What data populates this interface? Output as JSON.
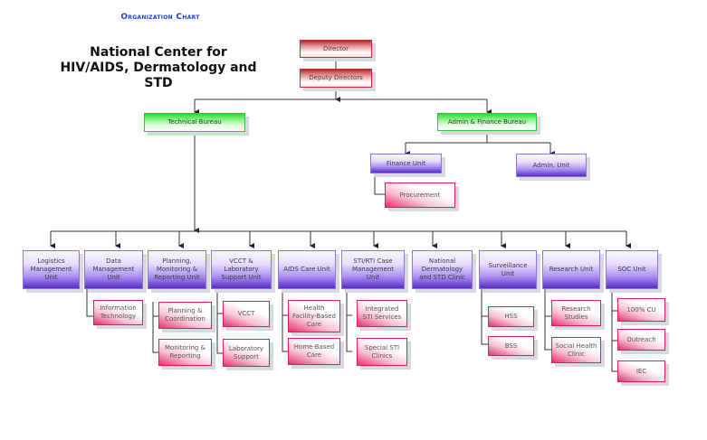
{
  "header": {
    "chart_label": "Organization Chart",
    "org_title": "National Center for HIV/AIDS, Dermatology and STD"
  },
  "colors": {
    "leadership": "#c42b33",
    "bureau": "#2ed62e",
    "unit": "#6a3fd4",
    "sub_unit": "#e2336d",
    "heading": "#1a3fd6"
  },
  "leadership": {
    "director": "Director",
    "deputy_directors": "Deputy Directors"
  },
  "bureaus": {
    "technical": "Technical Bureau",
    "admin_finance": "Admin & Finance Bureau"
  },
  "admin_finance_units": {
    "finance": "Finance Unit",
    "admin": "Admin. Unit",
    "finance_subunits": [
      "Procurement"
    ]
  },
  "technical_units": [
    {
      "name": "Logistics Management Unit",
      "subunits": []
    },
    {
      "name": "Data Management Unit",
      "subunits": [
        "Information Technology"
      ]
    },
    {
      "name": "Planning, Monitoring & Reporting Unit",
      "subunits": [
        "Planning & Coordination",
        "Monitoring & Reporting"
      ]
    },
    {
      "name": "VCCT & Laboratory Support Unit",
      "subunits": [
        "VCCT",
        "Laboratory Support"
      ]
    },
    {
      "name": "AIDS Care Unit",
      "subunits": [
        "Health Facility-Based Care",
        "Home-Based Care"
      ]
    },
    {
      "name": "STI/RTI Case Management Unit",
      "subunits": [
        "Integrated STI Services",
        "Special STI Clinics"
      ]
    },
    {
      "name": "National Dermatology and STD Clinic",
      "subunits": []
    },
    {
      "name": "Surveillance Unit",
      "subunits": [
        "HSS",
        "BSS"
      ]
    },
    {
      "name": "Research Unit",
      "subunits": [
        "Research Studies",
        "Social Health Clinic"
      ]
    },
    {
      "name": "SOC Unit",
      "subunits": [
        "100% CU",
        "Outreach",
        "IEC"
      ]
    }
  ]
}
